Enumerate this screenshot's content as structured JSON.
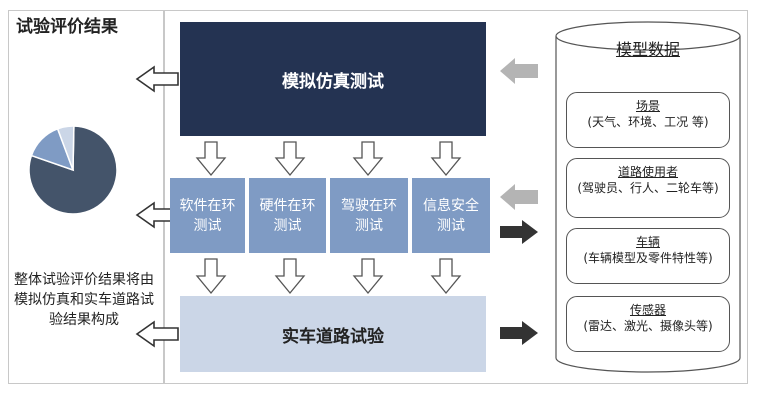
{
  "results_title": "试验评价结果",
  "simulation_label": "模拟仿真测试",
  "sub_tests": [
    {
      "line1": "软件在环",
      "line2": "测试"
    },
    {
      "line1": "硬件在环",
      "line2": "测试"
    },
    {
      "line1": "驾驶在环",
      "line2": "测试"
    },
    {
      "line1": "信息安全",
      "line2": "测试"
    }
  ],
  "road_test_label": "实车道路试验",
  "summary_text": "整体试验评价结果将由模拟仿真和实车道路试验结果构成",
  "model_data": {
    "title": "模型数据",
    "items": [
      {
        "title": "场景",
        "desc": "(天气、环境、工况 等)"
      },
      {
        "title": "道路使用者",
        "desc": "(驾驶员、行人、二轮车等)"
      },
      {
        "title": "车辆",
        "desc": "(车辆模型及零件特性等)"
      },
      {
        "title": "传感器",
        "desc": "(雷达、激光、摄像头等)"
      }
    ]
  },
  "pie": {
    "slices": [
      0.8,
      0.14,
      0.06
    ],
    "colors": [
      "#44546a",
      "#7f9bc4",
      "#cbd6e7"
    ]
  },
  "colors": {
    "dark_navy": "#243352",
    "mid_blue": "#7f9bc4",
    "light_blue": "#cbd6e7",
    "dark_arrow": "#333333",
    "light_arrow": "#b4b4b4"
  }
}
